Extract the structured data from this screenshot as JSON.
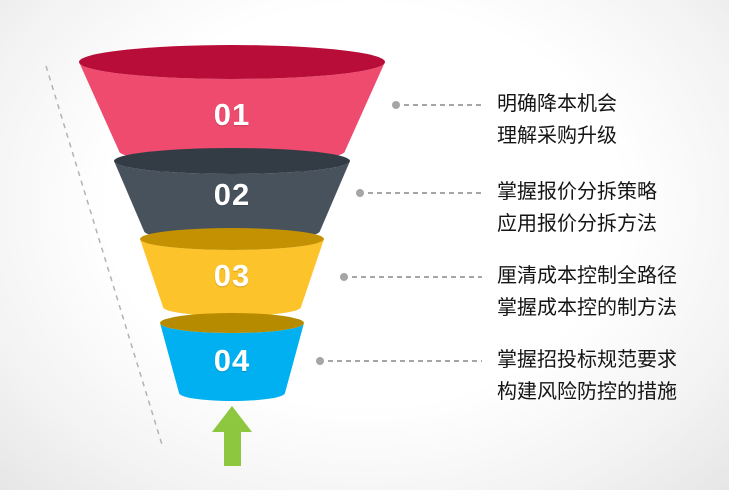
{
  "funnel": {
    "segments": [
      {
        "number": "01",
        "body_color": "#ee4b6e",
        "top_color": "#b70d38"
      },
      {
        "number": "02",
        "body_color": "#47525d",
        "top_color": "#333c45"
      },
      {
        "number": "03",
        "body_color": "#fdc32a",
        "top_color": "#c39101"
      },
      {
        "number": "04",
        "body_color": "#00b0f0",
        "top_color": "#b78b00"
      }
    ]
  },
  "labels": [
    {
      "lines": [
        "明确降本机会",
        "理解采购升级"
      ]
    },
    {
      "lines": [
        "掌握报价分拆策略",
        "应用报价分拆方法"
      ]
    },
    {
      "lines": [
        "厘清成本控制全路径",
        "掌握成本控的制方法"
      ]
    },
    {
      "lines": [
        "掌握招投标规范要求",
        "构建风险防控的措施"
      ]
    }
  ],
  "arrow_color": "#8dc63f",
  "connector_color": "#a6a6a6",
  "guide_line_color": "#b3b3b3"
}
